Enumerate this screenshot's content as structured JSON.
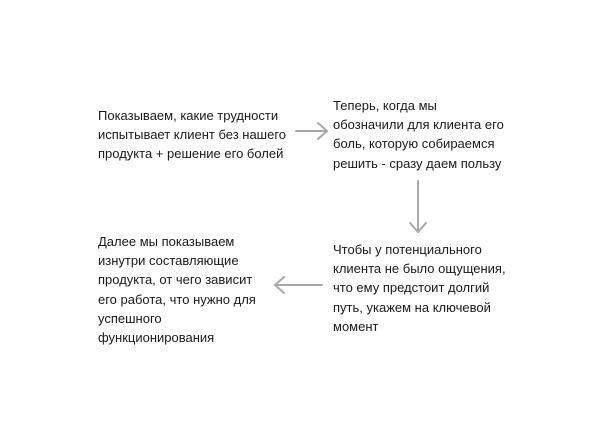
{
  "steps": [
    {
      "text": "Показываем, какие трудности\nиспытывает клиент без нашего\nпродукта + решение его болей"
    },
    {
      "text": "Теперь, когда мы\nобозначили для клиента его\nболь, которую собираемся\nрешить - сразу даем пользу"
    },
    {
      "text": "Чтобы у потенциального\nклиента не было ощущения,\nчто ему предстоит долгий\nпуть, укажем на ключевой\nмомент"
    },
    {
      "text": "Далее мы показываем\nизнутри составляющие\nпродукта, от чего зависит\nего работа, что нужно для\nуспешного\nфункционирования"
    }
  ],
  "arrow_color": "#a8a8a8"
}
